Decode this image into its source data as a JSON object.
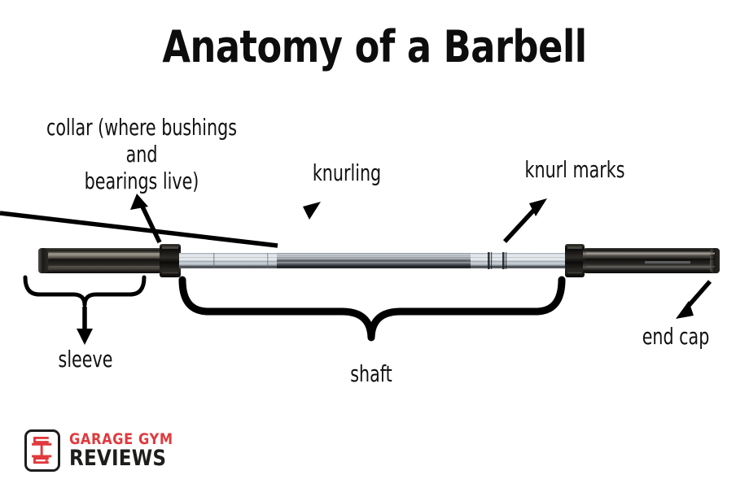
{
  "page": {
    "title": "Anatomy of a Barbell",
    "background_color": "#ffffff",
    "text_color": "#111111"
  },
  "diagram": {
    "subject": "olympic-barbell",
    "labels": [
      {
        "id": "collar",
        "text": "collar (where bushings and bearings live)",
        "pointer": "arrow-up-left"
      },
      {
        "id": "knurling",
        "text": "knurling",
        "pointer": "arrow-up-right"
      },
      {
        "id": "knurl-marks",
        "text": "knurl marks",
        "pointer": "arrow-up-right"
      },
      {
        "id": "sleeve",
        "text": "sleeve",
        "pointer": "brace-and-arrow-down"
      },
      {
        "id": "shaft",
        "text": "shaft",
        "pointer": "brace-down"
      },
      {
        "id": "end-cap",
        "text": "end cap",
        "pointer": "arrow-down-left"
      }
    ],
    "label_text": {
      "collar_line1": "collar (where bushings and",
      "collar_line2": "bearings live)",
      "knurling": "knurling",
      "knurl_marks": "knurl marks",
      "sleeve": "sleeve",
      "shaft": "shaft",
      "end_cap": "end cap"
    },
    "colors": {
      "sleeve_dark": "#1b1a18",
      "sleeve_highlight": "#8a857c",
      "collar_ring": "#111111",
      "shaft_chrome": "#cfd6dc",
      "shaft_shadow": "#3a3f44",
      "pointer_black": "#000000"
    }
  },
  "logo": {
    "brand_top": "GARAGE GYM",
    "brand_bottom": "REVIEWS",
    "mark": "barbell-monogram-icon",
    "accent_color": "#e03a3e",
    "ink_color": "#1d1d1b"
  }
}
